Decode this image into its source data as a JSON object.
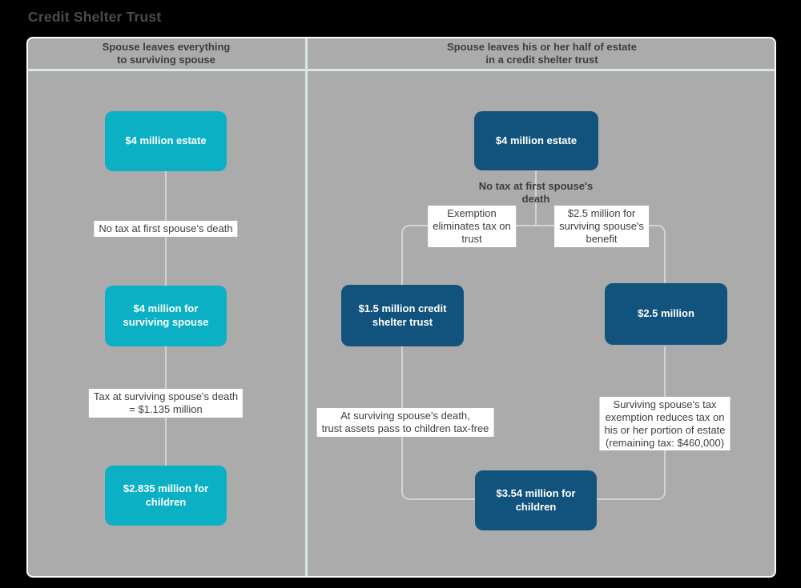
{
  "title": "Credit Shelter Trust",
  "colors": {
    "page_background": "#000000",
    "panel_background": "#ababab",
    "teal_node": "#0bb0c5",
    "blue_node": "#12537e",
    "connector_line": "#cfd4d4",
    "divider_line": "#d9e7e9",
    "label_background": "#ffffff",
    "label_text": "#3e3e3e"
  },
  "left_column": {
    "header": "Spouse leaves everything\nto surviving spouse",
    "estate_box": "$4 million estate",
    "no_tax_label": "No tax at first spouse's death",
    "spouse_box": "$4 million for\nsurviving spouse",
    "tax_label": "Tax at surviving spouse's death\n= $1.135 million",
    "children_box": "$2.835 million for\nchildren"
  },
  "right_column": {
    "header": "Spouse leaves his or her half of estate\nin a credit shelter trust",
    "estate_box": "$4 million estate",
    "no_tax_label": "No tax at first spouse's\ndeath",
    "exemption_label": "Exemption\neliminates tax on\ntrust",
    "benefit_label": "$2.5 million for\nsurviving spouse's\nbenefit",
    "trust_box": "$1.5 million credit\nshelter trust",
    "spouse_half_box": "$2.5 million",
    "tax_free_label": "At surviving spouse's death,\ntrust assets pass to children tax-free",
    "exemption_reduces_label": "Surviving spouse's tax\nexemption reduces tax on\nhis or her portion of estate\n(remaining tax: $460,000)",
    "children_box": "$3.54 million for\nchildren"
  }
}
